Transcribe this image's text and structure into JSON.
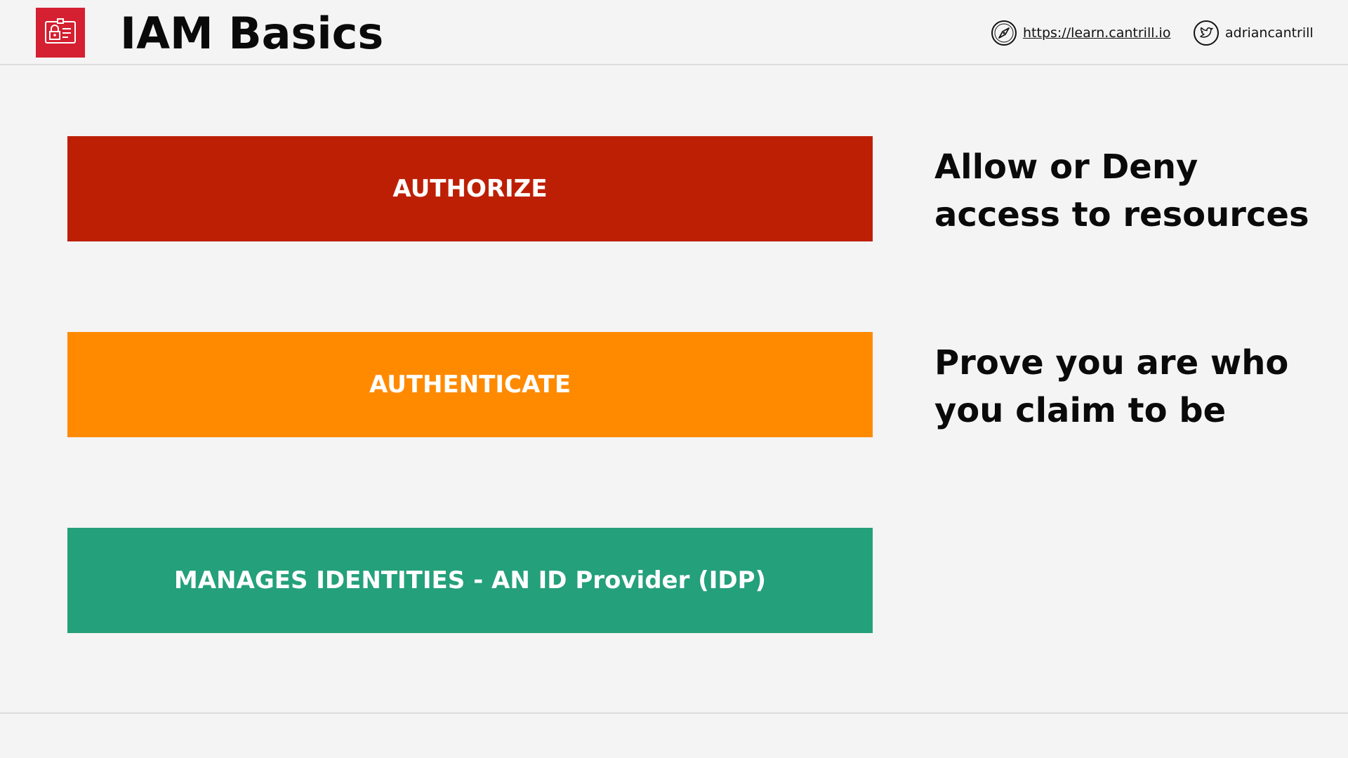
{
  "header": {
    "title": "IAM Basics",
    "logo_icon": "iam-badge-icon",
    "logo_color": "#d42031",
    "website": "https://learn.cantrill.io",
    "website_icon": "compass-icon",
    "twitter": "adriancantrill",
    "twitter_icon": "twitter-icon"
  },
  "bars": {
    "authorize": {
      "label": "AUTHORIZE",
      "color": "#bd1f05"
    },
    "authenticate": {
      "label": "AUTHENTICATE",
      "color": "#ff8a00"
    },
    "identities": {
      "label": "MANAGES IDENTITIES - AN ID Provider (IDP)",
      "color": "#24a07a"
    }
  },
  "descriptions": {
    "authorize": "Allow or Deny access to resources",
    "authenticate": "Prove you are who you claim to be"
  }
}
